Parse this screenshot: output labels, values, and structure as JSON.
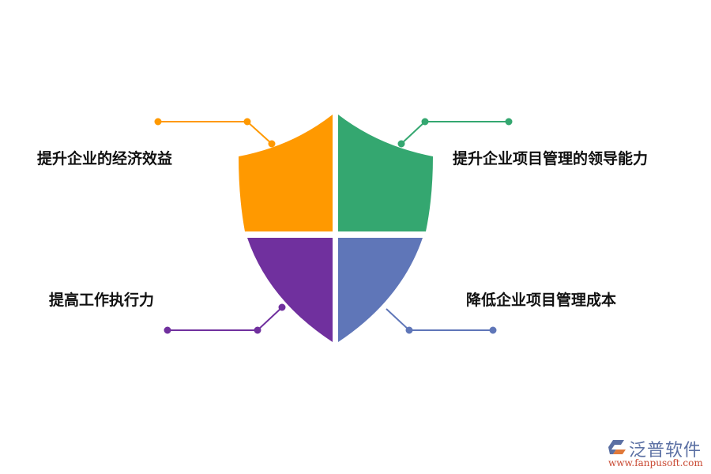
{
  "diagram": {
    "type": "shield-quadrants",
    "quadrants": [
      {
        "id": "top-left",
        "label": "提升企业的经济效益",
        "color": "#FF9900"
      },
      {
        "id": "top-right",
        "label": "提升企业项目管理的领导能力",
        "color": "#34A770"
      },
      {
        "id": "bottom-left",
        "label": "提高工作执行力",
        "color": "#70309E"
      },
      {
        "id": "bottom-right",
        "label": "降低企业项目管理成本",
        "color": "#5F76B8"
      }
    ]
  },
  "logo": {
    "name": "泛普软件",
    "url": "www.fanpusoft.com"
  }
}
